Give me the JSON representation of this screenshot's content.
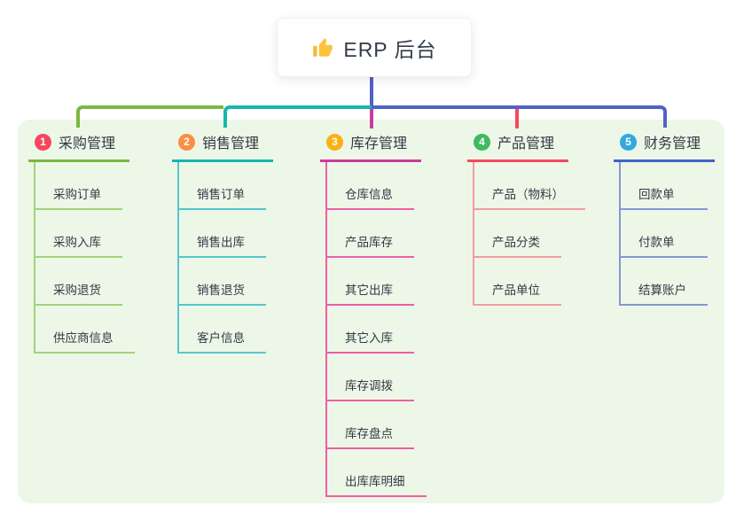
{
  "root": {
    "title": "ERP 后台",
    "icon": "thumbs-up-icon"
  },
  "colors": {
    "canvas_bg": "#ffffff",
    "panel_bg": "#edf7e8",
    "root_text": "#333c48",
    "bus_blue": "#5262c4"
  },
  "branches": [
    {
      "badge": "1",
      "label": "采购管理",
      "badge_color": "#f5475c",
      "line_color": "#7cb740",
      "child_line_color": "#a2d37b",
      "children": [
        "采购订单",
        "采购入库",
        "采购退货",
        "供应商信息"
      ]
    },
    {
      "badge": "2",
      "label": "销售管理",
      "badge_color": "#fb8e44",
      "line_color": "#14b8ab",
      "child_line_color": "#54c7cb",
      "children": [
        "销售订单",
        "销售出库",
        "销售退货",
        "客户信息"
      ]
    },
    {
      "badge": "3",
      "label": "库存管理",
      "badge_color": "#fbb017",
      "line_color": "#cb3a9e",
      "child_line_color": "#ee5fa7",
      "children": [
        "仓库信息",
        "产品库存",
        "其它出库",
        "其它入库",
        "库存调拨",
        "库存盘点",
        "出库库明细"
      ]
    },
    {
      "badge": "4",
      "label": "产品管理",
      "badge_color": "#3ebb5f",
      "line_color": "#f4495e",
      "child_line_color": "#f49c9f",
      "children": [
        "产品（物料）",
        "产品分类",
        "产品单位"
      ]
    },
    {
      "badge": "5",
      "label": "财务管理",
      "badge_color": "#33a8dd",
      "line_color": "#4163c6",
      "child_line_color": "#8795d5",
      "children": [
        "回款单",
        "付款单",
        "结算账户"
      ]
    }
  ]
}
